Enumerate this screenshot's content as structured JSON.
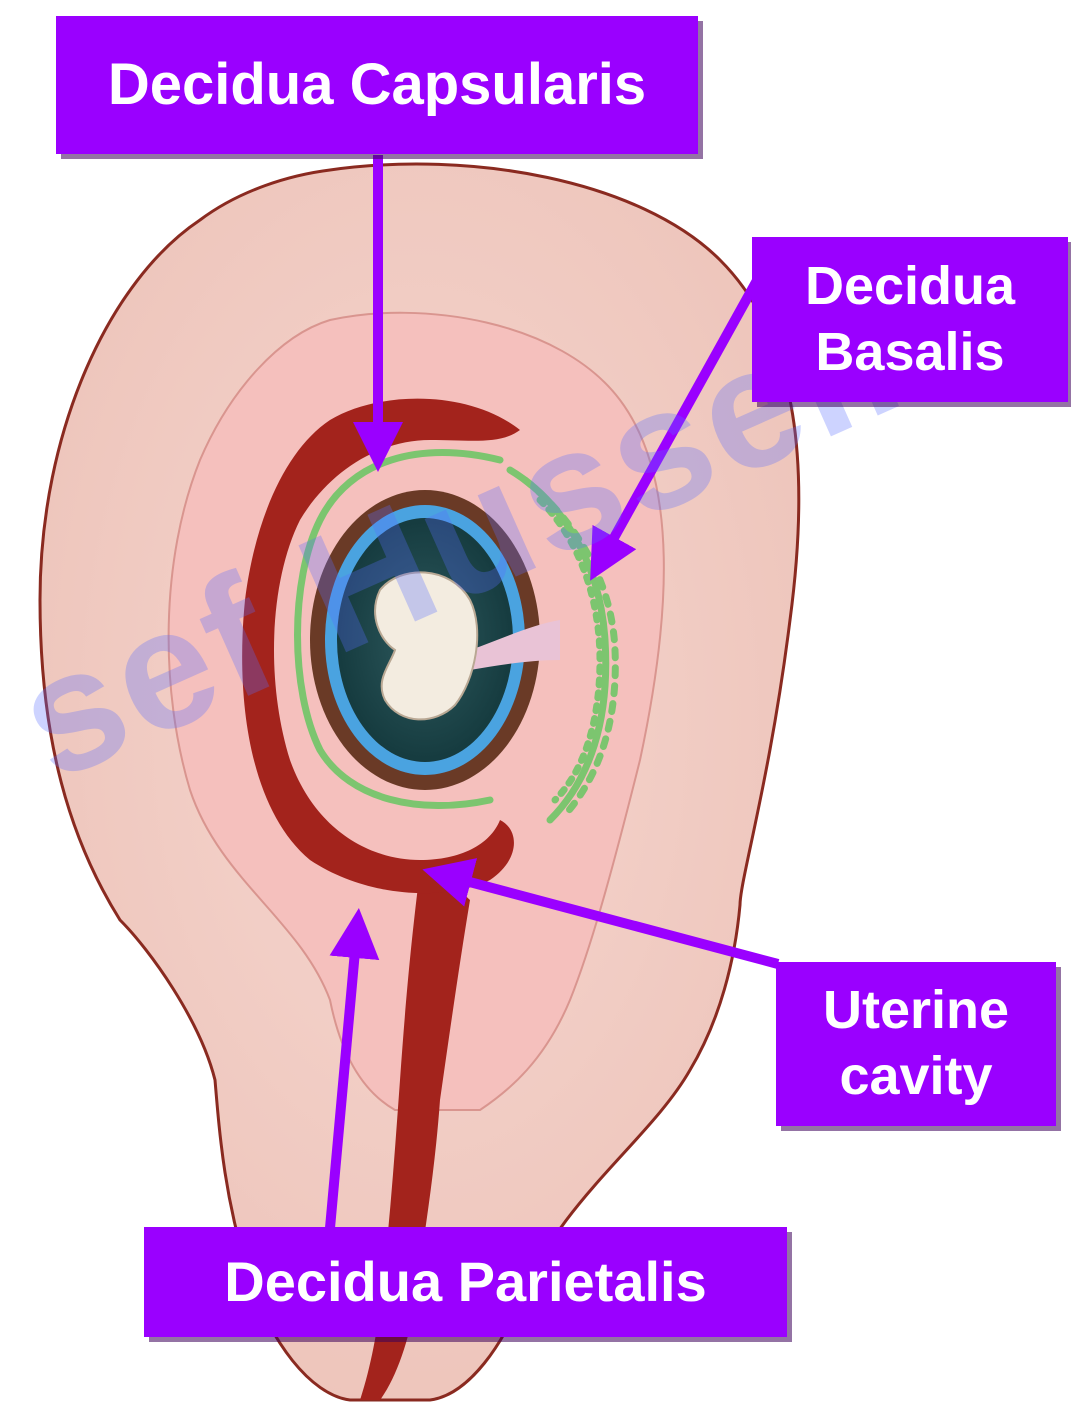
{
  "labels": {
    "decidua_capsularis": "Decidua Capsularis",
    "decidua_basalis_line1": "Decidua",
    "decidua_basalis_line2": "Basalis",
    "uterine_cavity_line1": "Uterine",
    "uterine_cavity_line2": "cavity",
    "decidua_parietalis": "Decidua Parietalis"
  },
  "watermark": "sef Hussein",
  "colors": {
    "label_background": "#9a00ff",
    "label_text": "#ffffff",
    "arrow": "#9a00ff",
    "uterine_wall": "#f0cfc6",
    "decidua": "#f5b9b9",
    "blood": "#a3231c",
    "chorionic_villi": "#7cc56f",
    "amnion": "#4aa3e0",
    "embryo": "#f3ece0"
  }
}
